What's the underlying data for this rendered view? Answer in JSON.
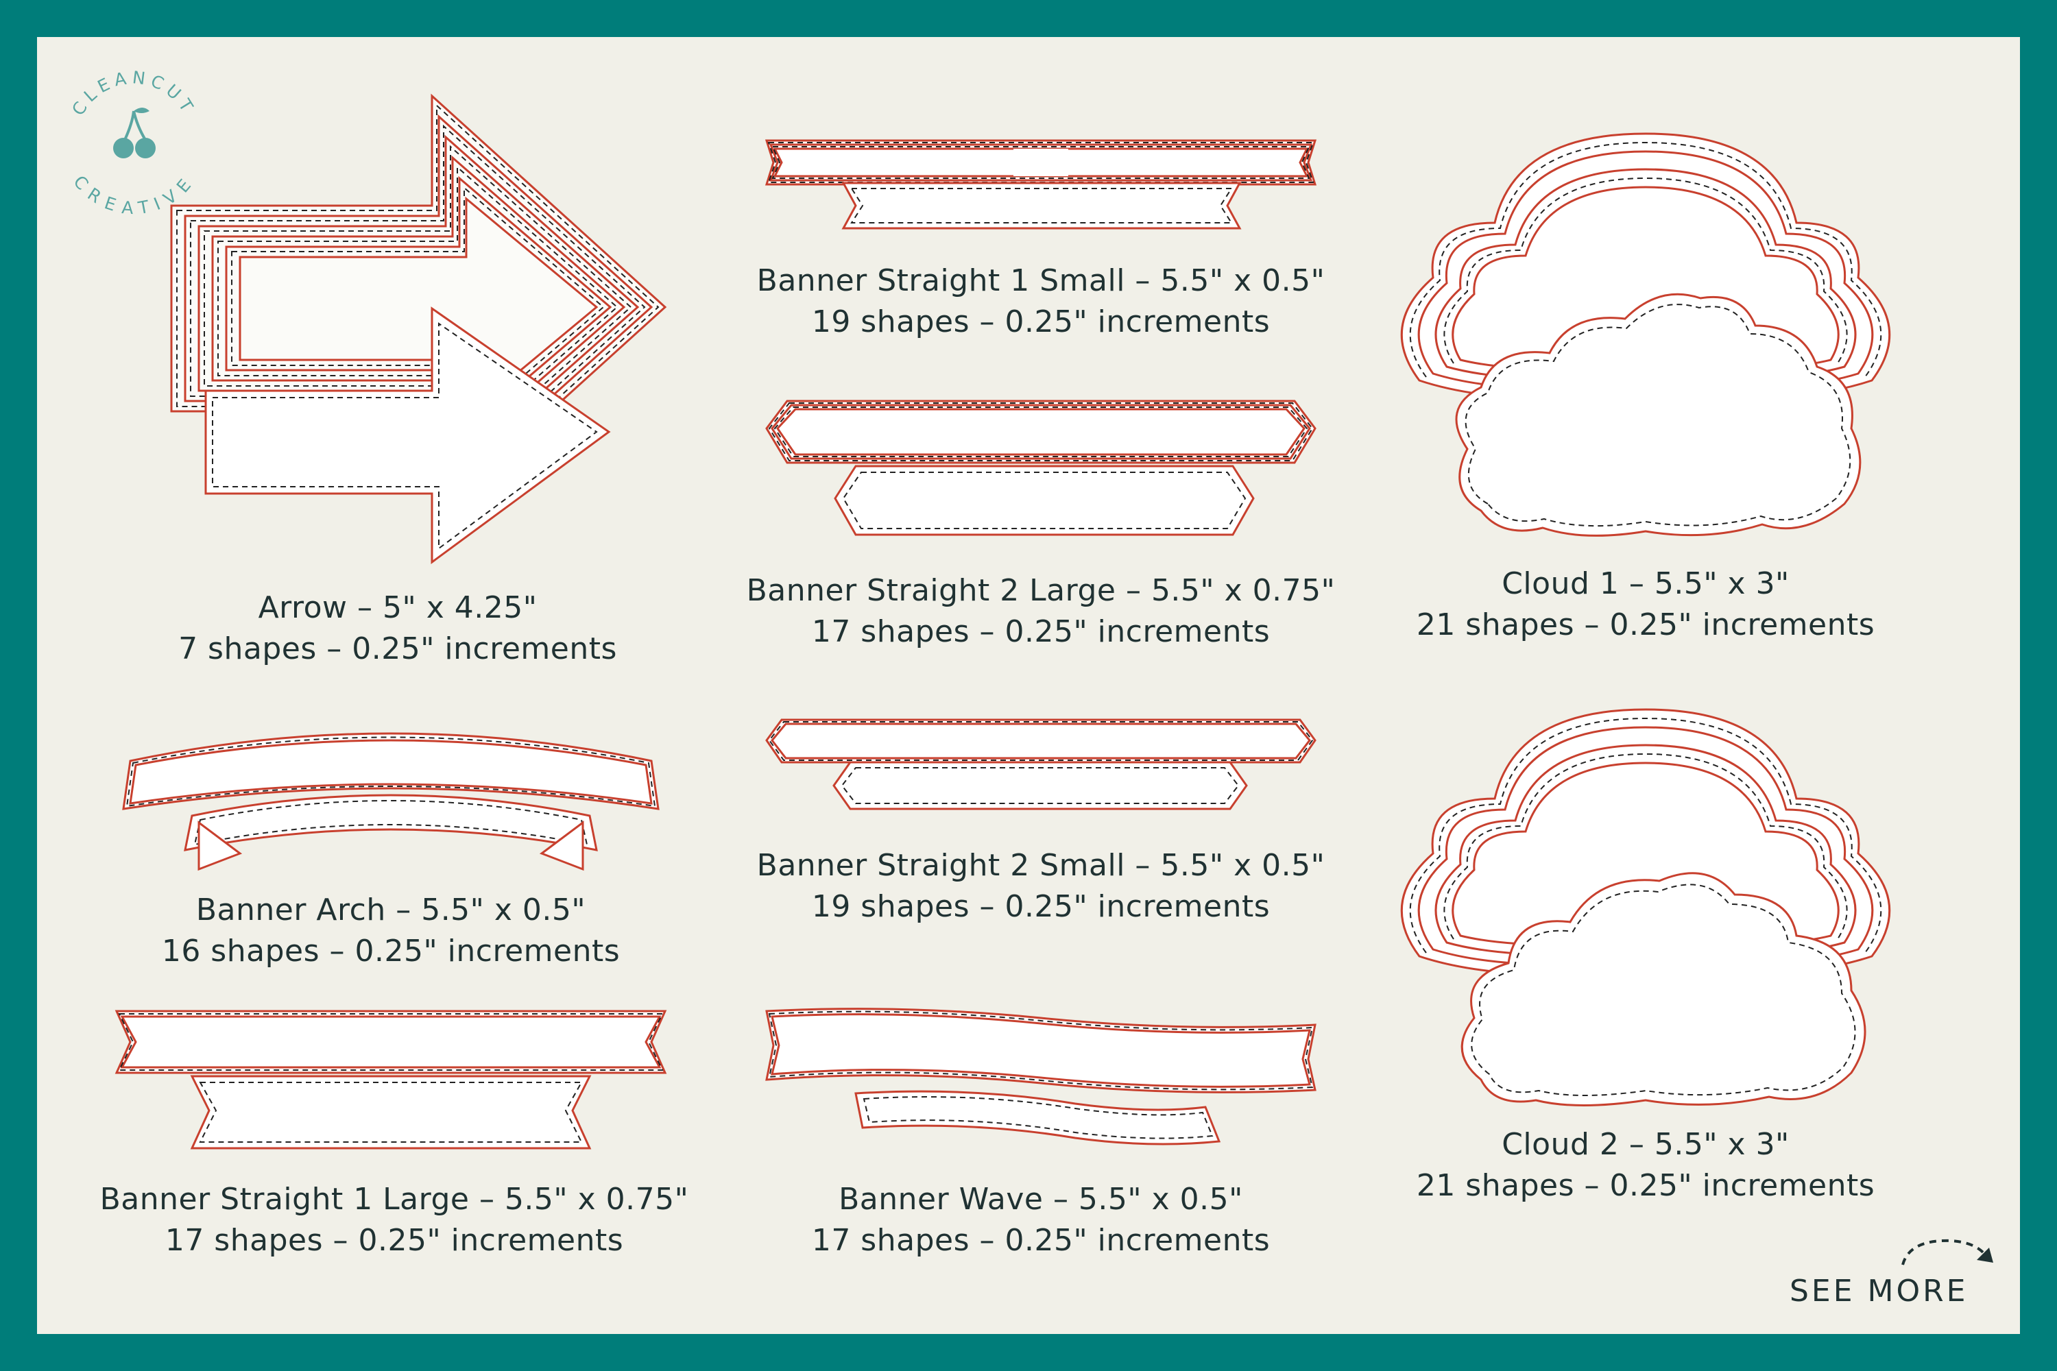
{
  "logo": {
    "top_text": "CLEANCUT",
    "bottom_text": "CREATIVE",
    "color": "#5aa6a2"
  },
  "colors": {
    "border": "#007d7a",
    "background": "#f1f0e8",
    "outline": "#c8402e",
    "text": "#203233"
  },
  "items": [
    {
      "title": "Arrow – 5\" x 4.25\"",
      "subtitle": "7 shapes – 0.25\" increments"
    },
    {
      "title": "Banner Straight 1 Small – 5.5\" x 0.5\"",
      "subtitle": "19 shapes – 0.25\" increments"
    },
    {
      "title": "Cloud 1 – 5.5\" x 3\"",
      "subtitle": "21 shapes – 0.25\" increments"
    },
    {
      "title": "Banner Straight 2 Large – 5.5\" x 0.75\"",
      "subtitle": "17 shapes – 0.25\" increments"
    },
    {
      "title": "Banner Arch – 5.5\" x 0.5\"",
      "subtitle": "16 shapes – 0.25\" increments"
    },
    {
      "title": "Banner Straight 2 Small – 5.5\" x 0.5\"",
      "subtitle": "19 shapes – 0.25\" increments"
    },
    {
      "title": "Cloud 2 – 5.5\" x 3\"",
      "subtitle": "21 shapes – 0.25\" increments"
    },
    {
      "title": "Banner Straight 1 Large – 5.5\" x 0.75\"",
      "subtitle": "17 shapes – 0.25\" increments"
    },
    {
      "title": "Banner Wave – 5.5\" x 0.5\"",
      "subtitle": "17 shapes – 0.25\" increments"
    }
  ],
  "see_more": {
    "label": "SEE MORE",
    "icon": "curved-arrow-icon"
  }
}
